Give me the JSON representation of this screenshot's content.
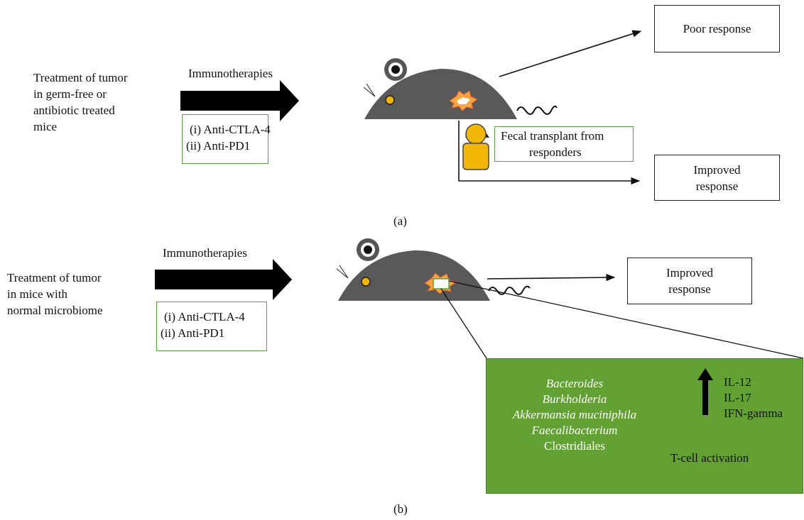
{
  "panel_a": {
    "condition_lines": [
      "Treatment of tumor",
      "in germ-free or",
      "antibiotic treated",
      "mice"
    ],
    "therapy_title": "Immunotherapies",
    "therapies": [
      "(i) Anti-CTLA-4",
      "(ii) Anti-PD1"
    ],
    "outcome_top": "Poor response",
    "transplant_lines": [
      "Fecal transplant from",
      "responders"
    ],
    "outcome_bottom_lines": [
      "Improved",
      "response"
    ],
    "label": "(a)"
  },
  "panel_b": {
    "condition_lines": [
      "Treatment of tumor",
      "in mice with",
      "normal microbiome"
    ],
    "therapy_title": "Immunotherapies",
    "therapies": [
      "(i) Anti-CTLA-4",
      "(ii) Anti-PD1"
    ],
    "outcome_lines": [
      "Improved",
      "response"
    ],
    "bacteria": [
      {
        "name": "Bacteroides",
        "italic": true
      },
      {
        "name": "Burkholderia",
        "italic": true
      },
      {
        "name": "Akkermansia muciniphila",
        "italic": true
      },
      {
        "name": "Faecalibacterium",
        "italic": true
      },
      {
        "name": "Clostridiales",
        "italic": false
      }
    ],
    "cytokines": [
      "IL-12",
      "IL-17",
      "IFN-gamma"
    ],
    "activation": "T-cell activation",
    "label": "(b)"
  },
  "colors": {
    "mouse_body": "#595959",
    "eye_and_person": "#f2b705",
    "microbiome_panel": "#64a135",
    "box_border_green": "#5aa03c"
  }
}
